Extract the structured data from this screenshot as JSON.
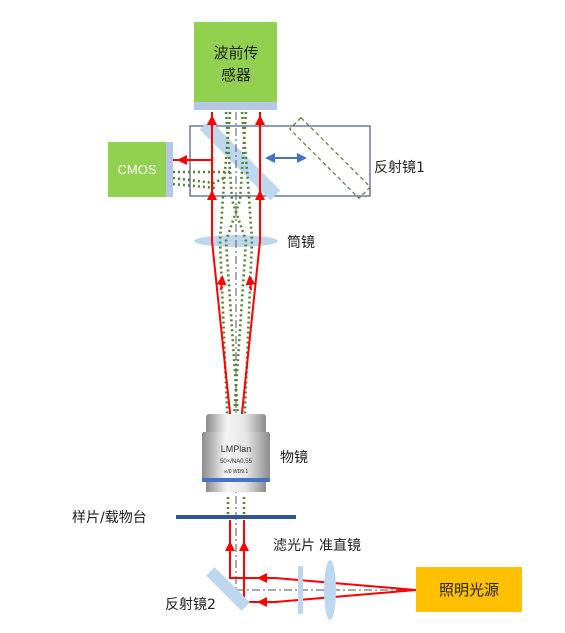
{
  "labels": {
    "wavefront_sensor_line1": "波前传",
    "wavefront_sensor_line2": "感器",
    "cmos": "CMOS",
    "mirror1": "反射镜1",
    "tube_lens": "筒镜",
    "objective": "物镜",
    "sample_stage": "样片/载物台",
    "filter": "滤光片",
    "collimator": "准直镜",
    "light_source": "照明光源",
    "mirror2": "反射镜2"
  },
  "objective_text": {
    "line1": "LMPlan",
    "line2": "50×/NA0.55",
    "line3": "∞/0 WD9.1"
  },
  "colors": {
    "sensor_box": "#92d050",
    "sensor_bar": "#b4c7e7",
    "light_source_box": "#ffc000",
    "red_beam": "#ff0000",
    "green_dotted": "#548235",
    "optic_blue": "#bdd7ee",
    "stage_blue": "#2f5597",
    "arrow_blue": "#4472c4",
    "frame": "#1f3864"
  }
}
